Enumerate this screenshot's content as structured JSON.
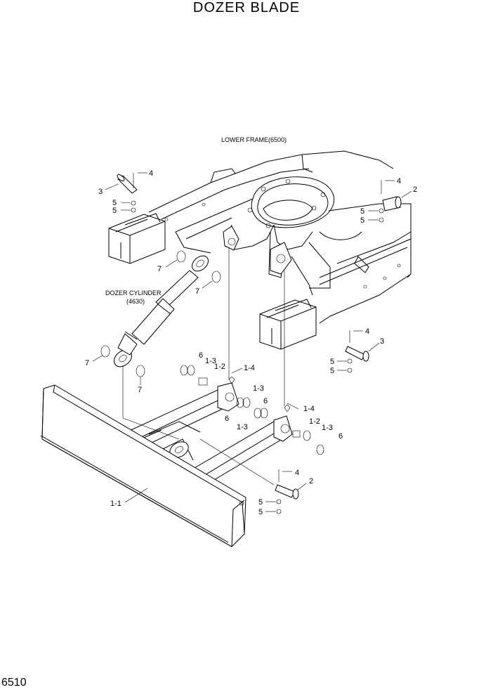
{
  "header": {
    "title": "DOZER BLADE"
  },
  "footer": {
    "page_number": "6510"
  },
  "captions": {
    "lower_frame": "LOWER FRAME(6500)",
    "dozer_cylinder_line1": "DOZER CYLINDER",
    "dozer_cylinder_line2": "(4630)"
  },
  "callouts": [
    "4",
    "3",
    "5",
    "5",
    "4",
    "2",
    "5",
    "5",
    "7",
    "7",
    "7",
    "7",
    "4",
    "3",
    "5",
    "5",
    "6",
    "1-3",
    "1-2",
    "1-4",
    "1-3",
    "6",
    "6",
    "1-4",
    "1-3",
    "1-2",
    "1-3",
    "6",
    "4",
    "2",
    "5",
    "5",
    "1-1"
  ]
}
